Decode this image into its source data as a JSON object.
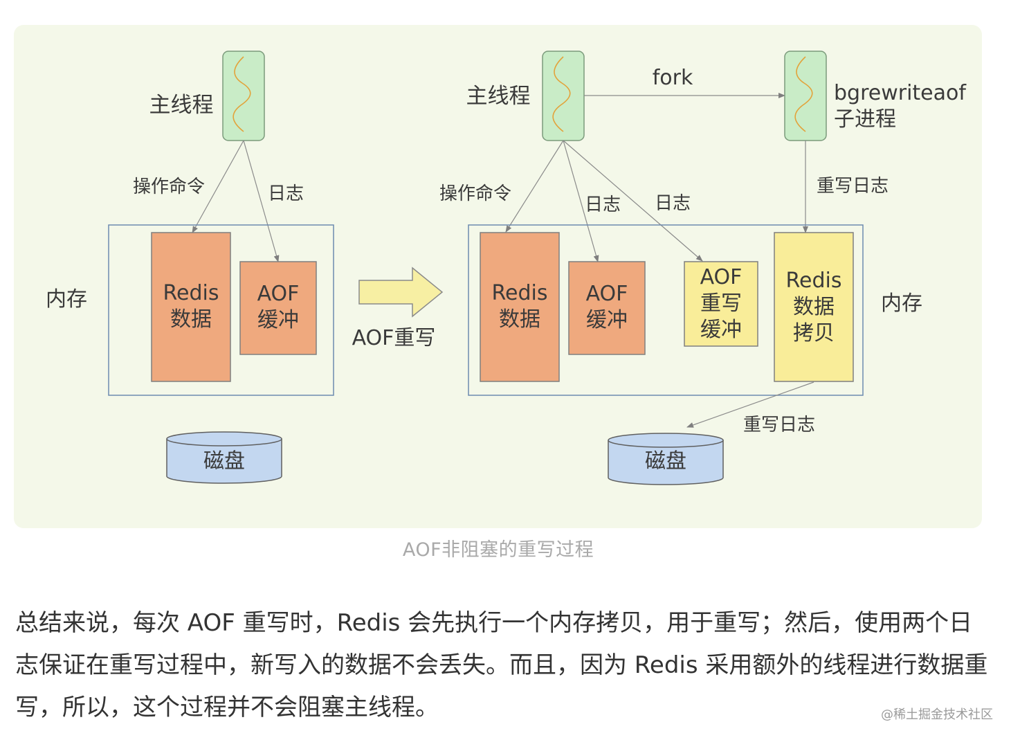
{
  "diagram": {
    "left": {
      "main_thread": "主线程",
      "op_command": "操作命令",
      "log": "日志",
      "memory": "内存",
      "redis_data": [
        "Redis",
        "数据"
      ],
      "aof_buffer": [
        "AOF",
        "缓冲"
      ],
      "disk": "磁盘"
    },
    "transition": "AOF重写",
    "right": {
      "main_thread": "主线程",
      "fork": "fork",
      "child_process": [
        "bgrewriteaof",
        "子进程"
      ],
      "op_command": "操作命令",
      "log1": "日志",
      "log2": "日志",
      "rewrite_log_top": "重写日志",
      "memory": "内存",
      "redis_data": [
        "Redis",
        "数据"
      ],
      "aof_buffer": [
        "AOF",
        "缓冲"
      ],
      "aof_rewrite_buffer": [
        "AOF",
        "重写",
        "缓冲"
      ],
      "redis_data_copy": [
        "Redis",
        "数据",
        "拷贝"
      ],
      "rewrite_log_bottom": "重写日志",
      "disk": "磁盘"
    },
    "colors": {
      "background": "#f4f8e9",
      "thread": "#c9ecc7",
      "thread_squiggle": "#e3a23a",
      "redis_box": "#efa97e",
      "yellow_box": "#f9ed99",
      "disk": "#c3d7f0",
      "memory_border": "#6d8ab0",
      "arrow": "#f7efa3"
    }
  },
  "caption": "AOF非阻塞的重写过程",
  "paragraph": [
    "总结来说，每次 AOF 重写时，Redis 会先执行一个内存拷贝，用于重写；然后，使用两个日",
    "志保证在重写过程中，新写入的数据不会丢失。而且，因为 Redis 采用额外的线程进行数据重",
    "写，所以，这个过程并不会阻塞主线程。"
  ],
  "watermark": "@稀土掘金技术社区"
}
